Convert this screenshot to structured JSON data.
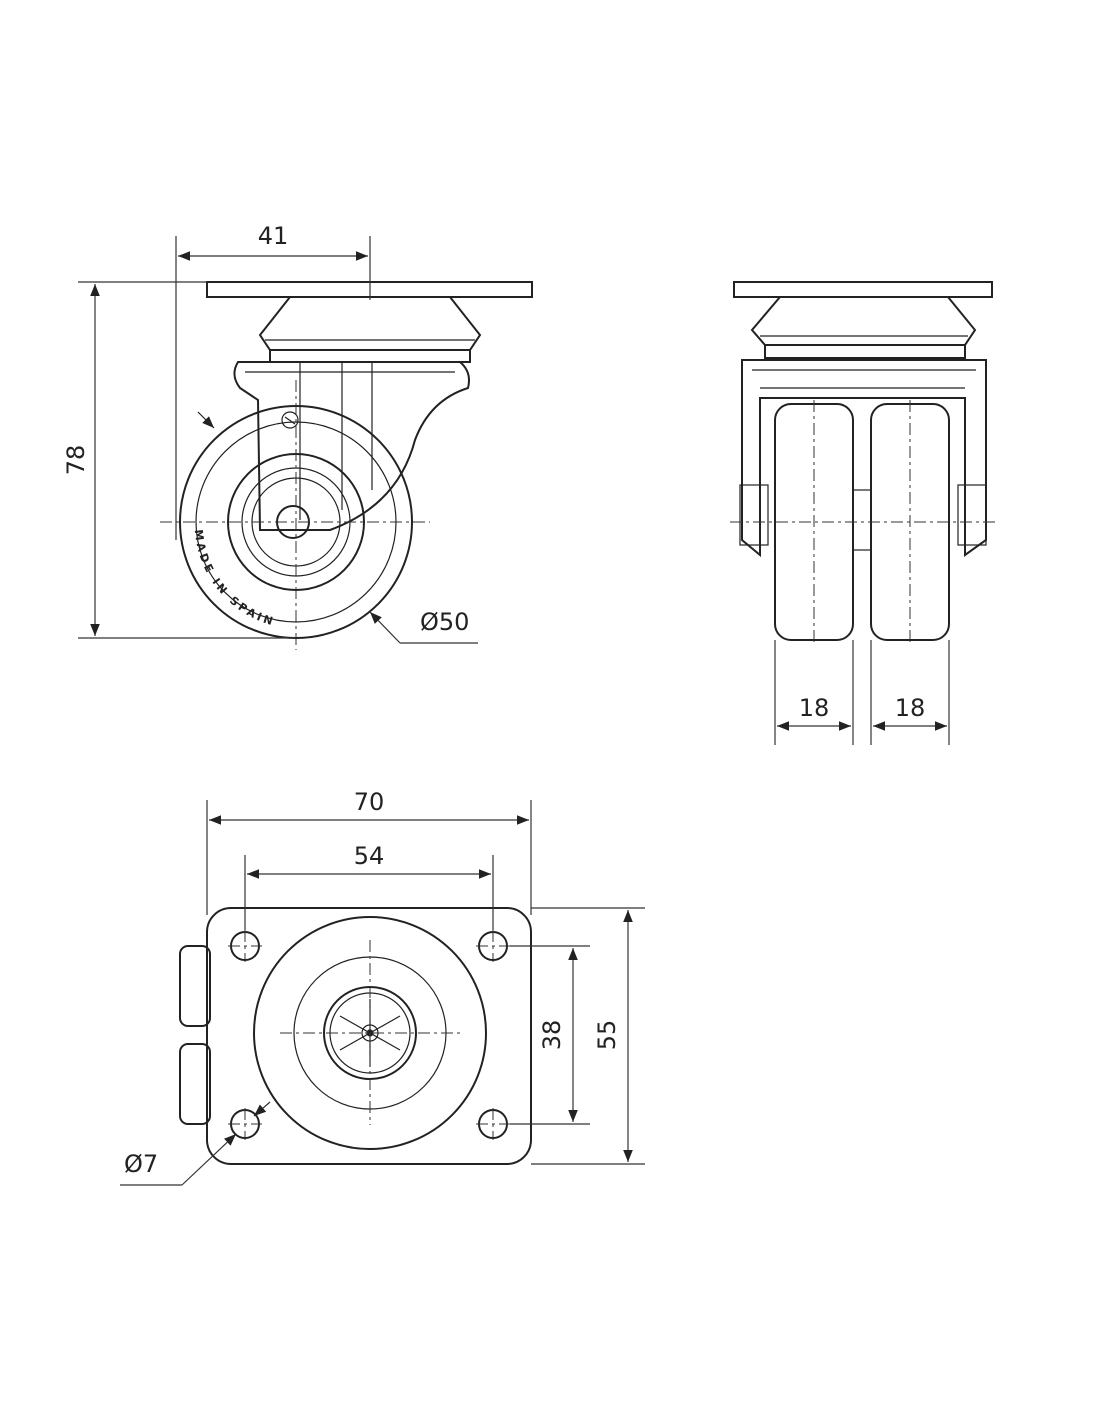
{
  "dimensions": {
    "side_width": "41",
    "side_height": "78",
    "wheel_diameter": "Ø50",
    "wheel_width_left": "18",
    "wheel_width_right": "18",
    "plate_width": "70",
    "hole_spacing_x": "54",
    "hole_spacing_y": "38",
    "plate_depth": "55",
    "hole_diameter": "Ø7"
  },
  "markings": {
    "wheel_text": "MADE IN SPAIN"
  }
}
